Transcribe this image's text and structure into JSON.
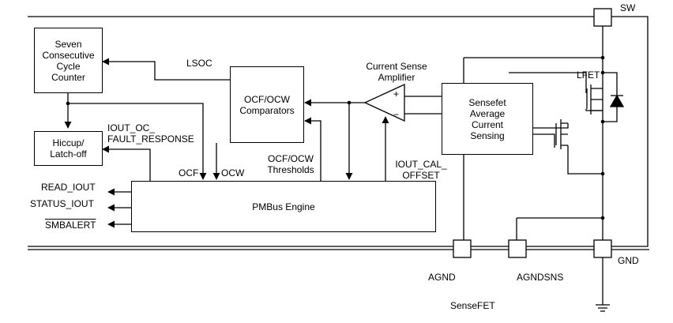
{
  "blocks": {
    "counter": "Seven\nConsecutive\nCycle\nCounter",
    "hiccup": "Hiccup/\nLatch-off",
    "comparators": "OCF/OCW\nComparators",
    "sensefet_block": "Sensefet\nAverage\nCurrent\nSensing",
    "pmbus": "PMBus Engine"
  },
  "labels": {
    "sw": "SW",
    "gnd": "GND",
    "agnd": "AGND",
    "agndsns": "AGNDSNS",
    "sensefet_caption": "SenseFET",
    "lsoc": "LSOC",
    "current_sense_amp": "Current Sense\nAmplifier",
    "lfet": "LFET",
    "iout_oc_fault": "IOUT_OC_\nFAULT_RESPONSE",
    "ocf": "OCF",
    "ocw": "OCW",
    "thresholds": "OCF/OCW\nThresholds",
    "iout_cal_offset": "IOUT_CAL_\nOFFSET",
    "read_iout": "READ_IOUT",
    "status_iout": "STATUS_IOUT",
    "smbalert": "SMBALERT",
    "amp_plus": "+",
    "amp_minus": "−"
  }
}
